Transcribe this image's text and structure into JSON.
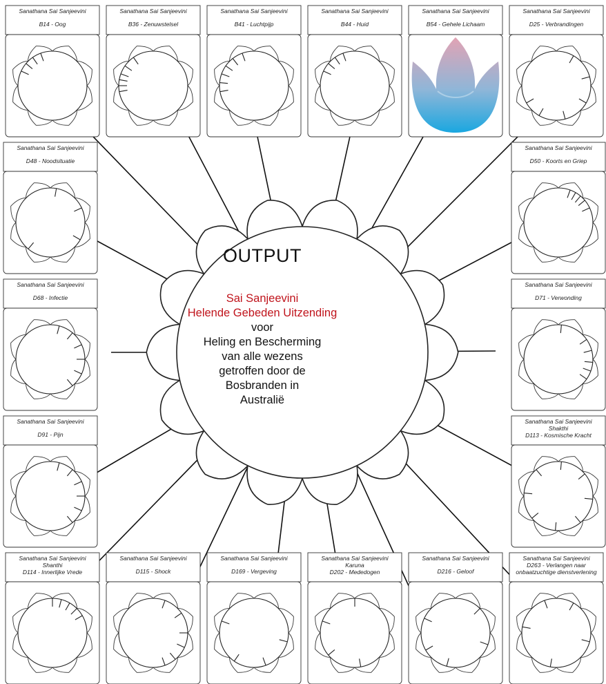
{
  "center": {
    "title": "OUTPUT",
    "red_line1": "Sai Sanjeevini",
    "red_line2": "Helende Gebeden Uitzending",
    "black_lines": [
      "voor",
      "Heling en Bescherming",
      "van alle wezens",
      "getroffen door de",
      "Bosbranden in",
      "Australië"
    ]
  },
  "colors": {
    "red": "#c0141c",
    "line": "#111111"
  },
  "cards": [
    {
      "header": "Sanathana Sai Sanjeevini",
      "lines": [
        "B14 - Oog"
      ]
    },
    {
      "header": "Sanathana Sai Sanjeevini",
      "lines": [
        "B36 - Zenuwstelsel"
      ]
    },
    {
      "header": "Sanathana Sai Sanjeevini",
      "lines": [
        "B41 - Luchtpijp"
      ]
    },
    {
      "header": "Sanathana Sai Sanjeevini",
      "lines": [
        "B44 - Huid"
      ]
    },
    {
      "header": "Sanathana Sai Sanjeevini",
      "lines": [
        "B54 - Gehele Lichaam"
      ],
      "icon": "lotus-icon"
    },
    {
      "header": "Sanathana Sai Sanjeevini",
      "lines": [
        "D25 - Verbrandingen"
      ]
    },
    {
      "header": "Sanathana Sai Sanjeevini",
      "lines": [
        "D48 - Noodsituatie"
      ]
    },
    {
      "header": "Sanathana Sai Sanjeevini",
      "lines": [
        "D50 - Koorts en Griep"
      ]
    },
    {
      "header": "Sanathana Sai Sanjeevini",
      "lines": [
        "D68 - Infectie"
      ]
    },
    {
      "header": "Sanathana Sai Sanjeevini",
      "lines": [
        "D71 - Verwonding"
      ]
    },
    {
      "header": "Sanathana Sai Sanjeevini",
      "lines": [
        "D91 - Pijn"
      ]
    },
    {
      "header": "Sanathana Sai Sanjeevini",
      "lines": [
        "Shakthi",
        "D113 - Kosmische Kracht"
      ]
    },
    {
      "header": "Sanathana Sai Sanjeevini",
      "lines": [
        "Shanthi",
        "D114 - Innerlijke Vrede"
      ]
    },
    {
      "header": "Sanathana Sai Sanjeevini",
      "lines": [
        "D115 - Shock"
      ]
    },
    {
      "header": "Sanathana Sai Sanjeevini",
      "lines": [
        "D169 - Vergeving"
      ]
    },
    {
      "header": "Sanathana Sai Sanjeevini",
      "lines": [
        "Karuna",
        "D202 - Mededogen"
      ]
    },
    {
      "header": "Sanathana Sai Sanjeevini",
      "lines": [
        "D216 - Geloof"
      ]
    },
    {
      "header": "Sanathana Sai Sanjeevini",
      "lines": [
        "D263 - Verlangen naar",
        "onbaatzuchtige dienstverlening"
      ]
    }
  ]
}
